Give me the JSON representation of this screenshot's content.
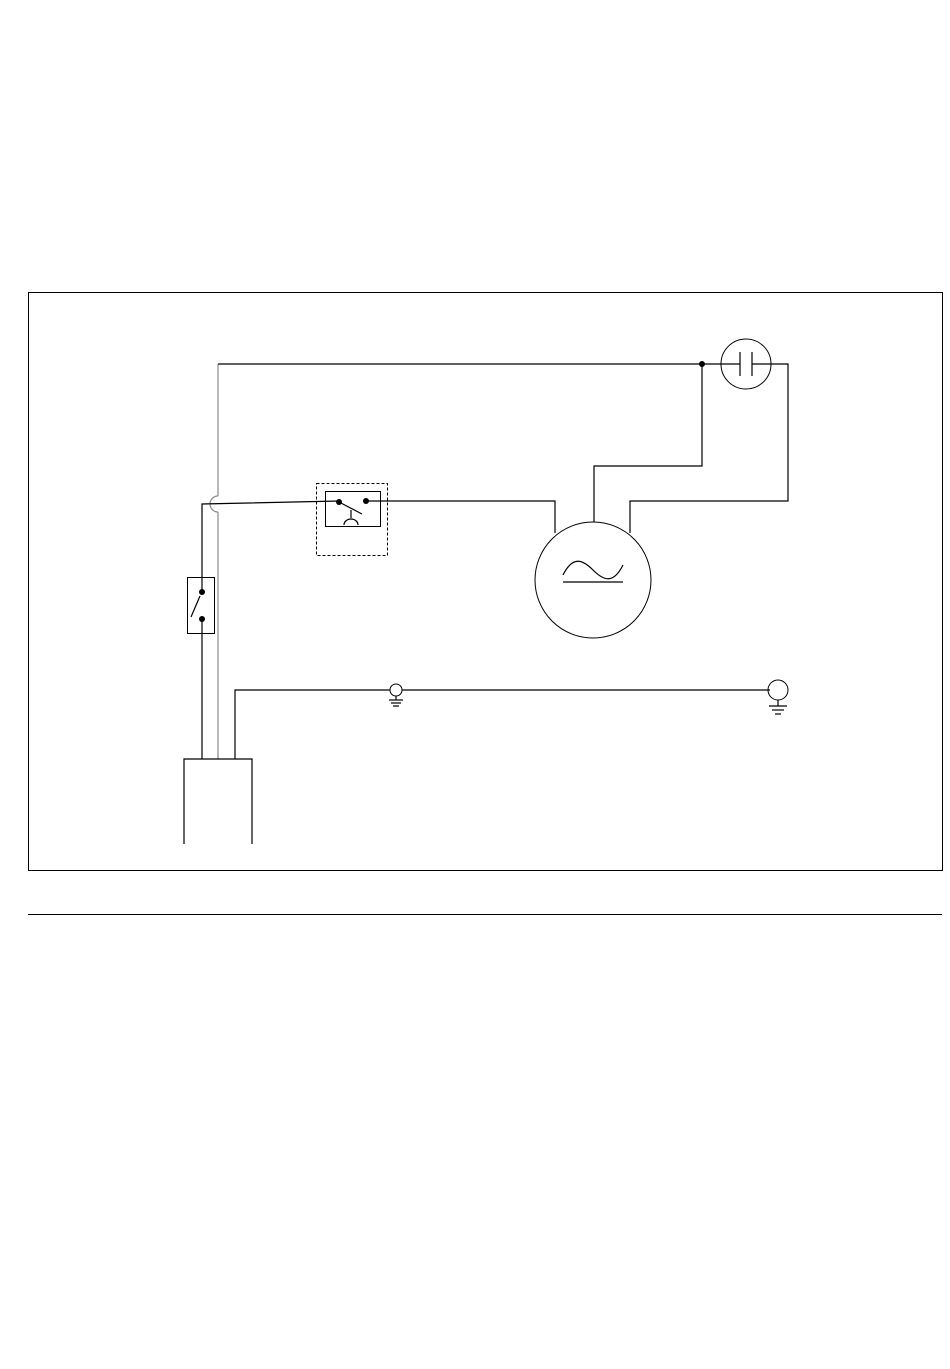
{
  "diagram": {
    "kind": "wiring-schematic",
    "wire_colors": {
      "line": "#000000",
      "neutral": "#8a8a8a"
    },
    "components": [
      {
        "id": "capacitor",
        "icon": "capacitor-icon"
      },
      {
        "id": "thermal-protector",
        "icon": "thermal-switch-icon"
      },
      {
        "id": "motor",
        "icon": "ac-motor-icon"
      },
      {
        "id": "power-switch",
        "icon": "switch-icon"
      },
      {
        "id": "earth-1",
        "icon": "ground-icon"
      },
      {
        "id": "earth-2",
        "icon": "ground-icon"
      },
      {
        "id": "power-cord",
        "icon": "cable-icon"
      }
    ],
    "text_labels": []
  }
}
